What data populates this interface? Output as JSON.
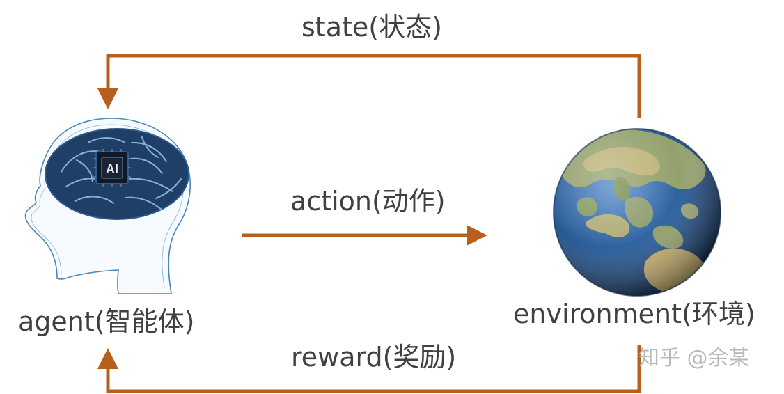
{
  "diagram": {
    "labels": {
      "state": "state(状态)",
      "action": "action(动作)",
      "reward": "reward(奖励)",
      "agent": "agent(智能体)",
      "environment": "environment(环境)"
    },
    "agent_chip_text": "AI",
    "watermark": "知乎 @余某"
  },
  "colors": {
    "arrow": "#b7601e",
    "text": "#404040",
    "brain": "#1f3f66",
    "head_outline": "#4a86b8",
    "ocean": "#2c5f9b",
    "land": "#9aa46a",
    "watermark": "#b9b9b9"
  },
  "icons": {
    "agent": "ai-brain-head-icon",
    "environment": "earth-globe-icon"
  }
}
